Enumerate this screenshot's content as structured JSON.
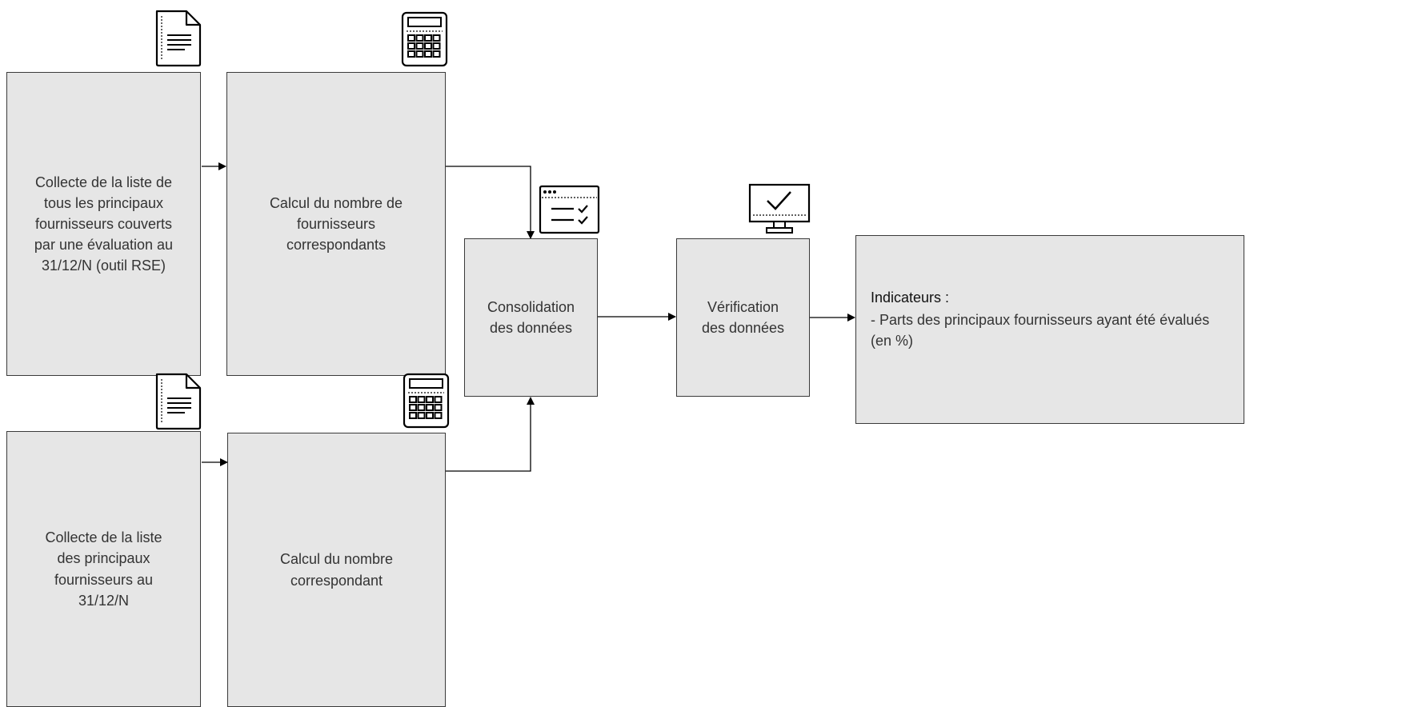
{
  "boxes": {
    "collect_eval": "Collecte de la liste de\ntous les principaux\nfournisseurs couverts\npar une évaluation au\n31/12/N (outil RSE)",
    "calc_eval": "Calcul du nombre de\nfournisseurs\ncorrespondants",
    "collect_all": "Collecte de la liste\ndes principaux\nfournisseurs au\n31/12/N",
    "calc_all": "Calcul du nombre\ncorrespondant",
    "consolidation": "Consolidation\ndes données",
    "verification": "Vérification\ndes données"
  },
  "result": {
    "heading": "Indicateurs :",
    "items": [
      "- Parts des principaux fournisseurs ayant été évalués (en %)"
    ]
  },
  "icons": [
    "document-icon",
    "calculator-icon",
    "checklist-window-icon",
    "monitor-check-icon"
  ]
}
